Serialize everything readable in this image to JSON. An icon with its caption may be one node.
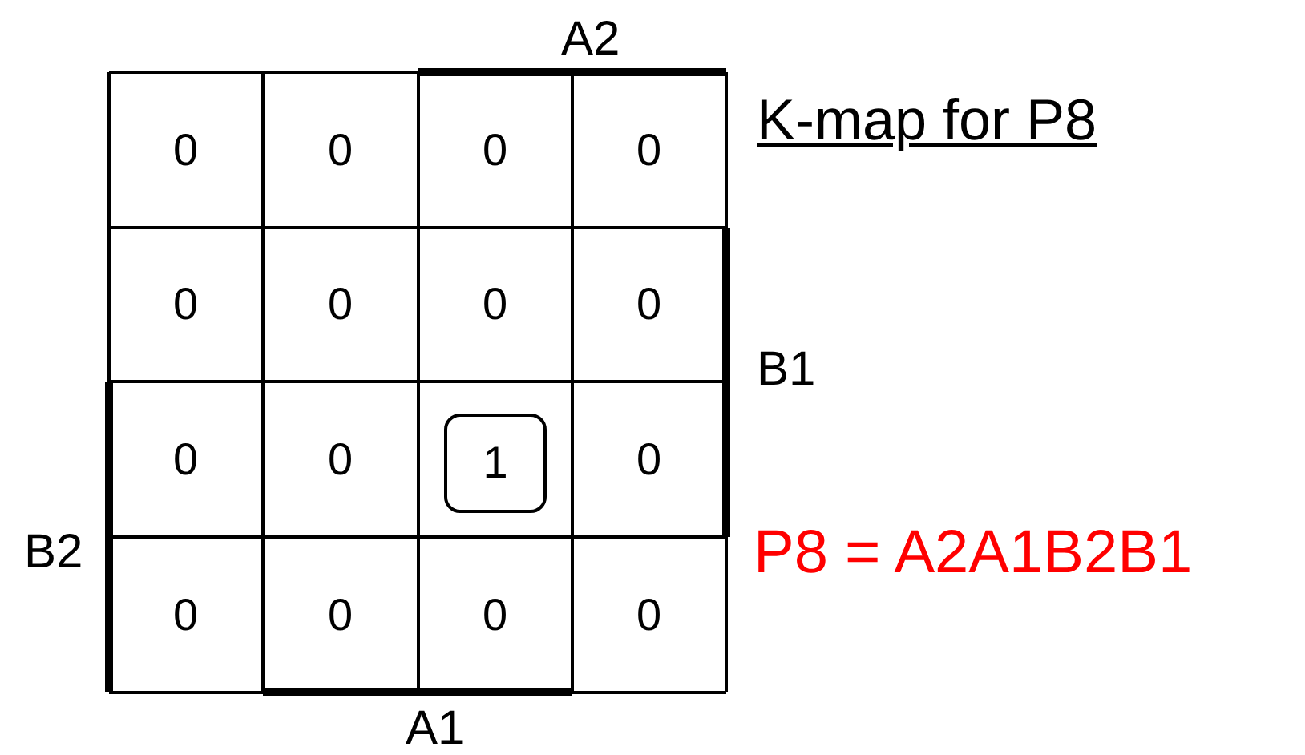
{
  "diagram": {
    "nodes": [
      {
        "text": [
          "1"
        ]
      }
    ],
    "labels": [
      "A2",
      "0",
      "0",
      "0",
      "0",
      "K-map for P8",
      "0",
      "0",
      "0",
      "0",
      "B1",
      "0",
      "0",
      "0",
      "B2",
      "P8 = A2A1B2B1",
      "0",
      "0",
      "0",
      "0",
      "A1"
    ]
  }
}
